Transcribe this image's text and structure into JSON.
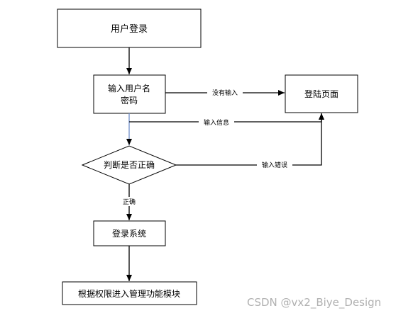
{
  "nodes": {
    "user_login": "用户登录",
    "input_username_line1": "输入用户名",
    "input_username_line2": "密码",
    "login_page": "登陆页面",
    "decision": "判断是否正确",
    "login_system": "登录系统",
    "permission_module": "根据权限进入管理功能模块"
  },
  "edges": {
    "no_input": "没有输入",
    "input_info": "输入信息",
    "input_error": "输入错误",
    "correct": "正确"
  },
  "watermark": "CSDN @vx2_Biye_Design"
}
